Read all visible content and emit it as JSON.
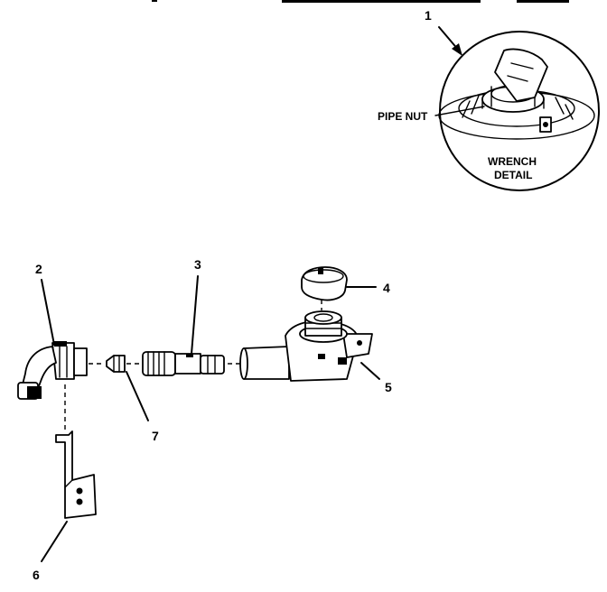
{
  "callouts": {
    "c1": "1",
    "c2": "2",
    "c3": "3",
    "c4": "4",
    "c5": "5",
    "c6": "6",
    "c7": "7"
  },
  "labels": {
    "pipe_nut": "PIPE NUT",
    "wrench_line1": "WRENCH",
    "wrench_line2": "DETAIL"
  }
}
